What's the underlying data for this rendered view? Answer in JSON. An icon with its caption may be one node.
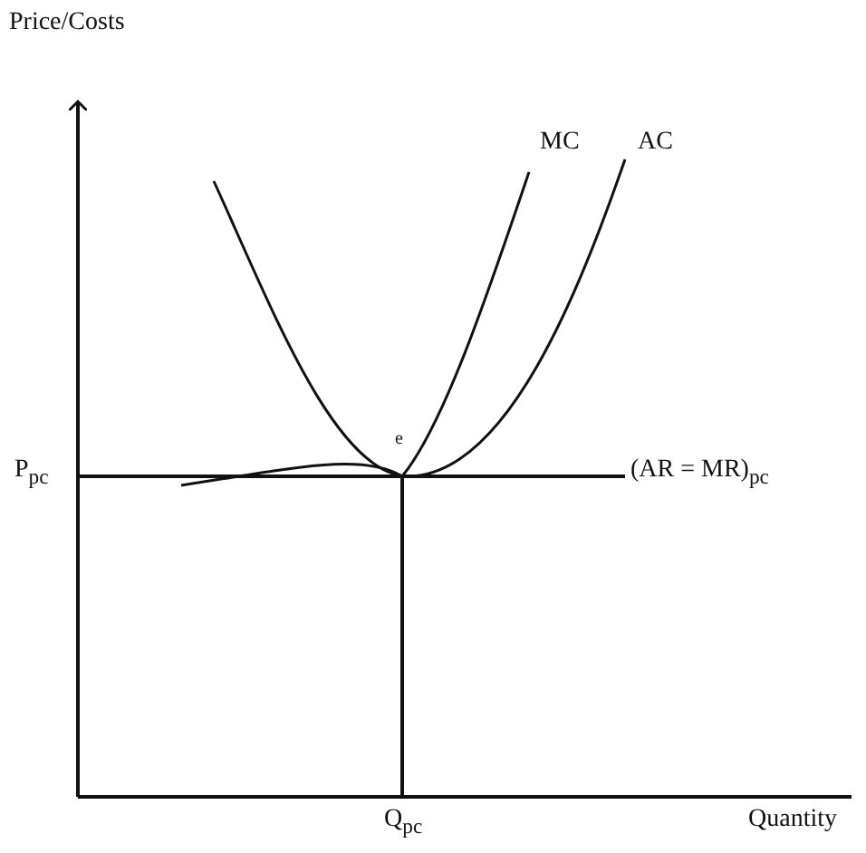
{
  "diagram": {
    "labels": [
      "Price/Costs",
      "MC",
      "AC",
      "e",
      "P$_{pc}$",
      "(AR = MR)$_{pc}$",
      "Q$_{pc}$",
      "Quantity"
    ]
  }
}
